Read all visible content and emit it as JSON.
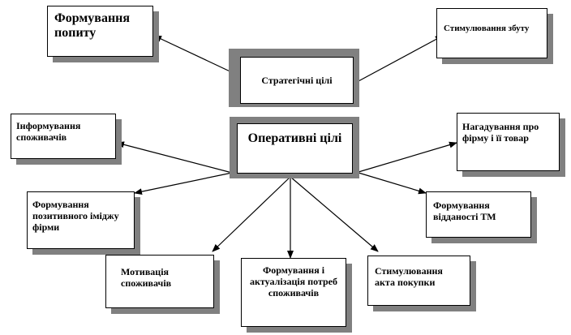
{
  "nodes": {
    "demand": "Формування попиту",
    "sales": "Стимулювання збуту",
    "strategic": "Стратегічні цілі",
    "operational": "Оперативні цілі",
    "inform": "Інформування споживачів",
    "remind": "Нагадування про фірму і її товар",
    "image": "Формування позитивного іміджу фірми",
    "loyalty": "Формування відданості ТМ",
    "motivation": "Мотивація споживачів",
    "needs": "Формування і актуалізація потреб споживачів",
    "purchase": "Стимулювання акта покупки"
  },
  "colors": {
    "shadow": "#808080",
    "line": "#000000"
  }
}
